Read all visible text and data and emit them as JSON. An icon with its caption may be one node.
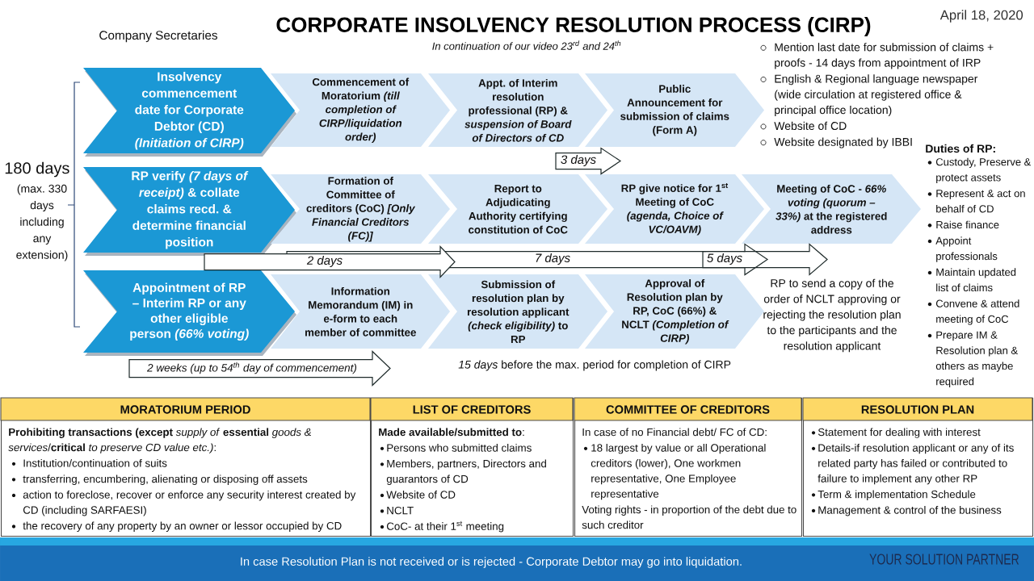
{
  "diagram": {
    "title": "CORPORATE INSOLVENCY RESOLUTION PROCESS (CIRP)",
    "nodes": [
      {
        "text": [
          "Insolvency commencement date for Corporate Debtor (CD) *(Initiation of CIRP)*"
        ]
      },
      {
        "text": [
          "Commencement of Moratorium *(till completion of CIRP/liquidation order)*"
        ]
      },
      {
        "text": [
          "Appt. of Interim resolution professional (RP) & *suspension of Board of Directors of CD*"
        ]
      },
      {
        "text": [
          "Public Announcement for submission of claims (Form A)"
        ]
      },
      {
        "text": [
          "RP verify *(7 days of receipt)* & collate claims recd. & determine financial position"
        ]
      },
      {
        "text": [
          "Formation of Committee of creditors (CoC) *[Only Financial Creditors (FC)]*"
        ]
      },
      {
        "text": [
          "Report to Adjudicating Authority certifying constitution of CoC"
        ]
      },
      {
        "text": [
          "RP give notice for 1$^{st}$ Meeting of CoC *(agenda, Choice of VC/OAVM)*"
        ]
      },
      {
        "text": [
          "Meeting of CoC - *66% voting (quorum – 33%)* at the registered address"
        ]
      },
      {
        "text": [
          "Appointment of RP – Interim RP or any other eligible person *(66% voting)*"
        ]
      },
      {
        "text": [
          "Information Memorandum (IM) in e-form to each member of committee"
        ]
      },
      {
        "text": [
          "Submission of resolution plan by resolution applicant *(check eligibility)* to RP"
        ]
      },
      {
        "text": [
          "Approval of Resolution plan by RP, CoC (66%) & NCLT *(Completion of CIRP)*"
        ]
      },
      {
        "text": [
          "MORATORIUM PERIOD",
          "**Prohibiting transactions (except** *supply of* **essential** *goods & services*/**critical** *to preserve CD value etc.)*:",
          "Institution/continuation of suits",
          "transferring, encumbering, alienating or disposing off assets",
          "action to foreclose, recover or enforce any security interest created by CD (including SARFAESI)",
          "the recovery of any property by an owner or lessor occupied by CD"
        ]
      },
      {
        "text": [
          "LIST OF CREDITORS",
          "**Made available/submitted to**:",
          "Persons who submitted claims",
          "Members, partners, Directors and guarantors of CD",
          "Website of CD",
          "NCLT",
          "CoC- at their 1$^{st}$ meeting"
        ]
      },
      {
        "text": [
          "COMMITTEE OF CREDITORS",
          "In case of no Financial debt/ FC of CD:",
          "18 largest by value or all Operational creditors (lower), One workmen representative, One Employee representative",
          "Voting rights - in proportion of the debt due to such creditor"
        ]
      },
      {
        "text": [
          "RESOLUTION PLAN",
          "Statement for dealing with interest",
          "Details-if resolution applicant or any of its related party has failed or contributed to failure to implement any other RP",
          "Term & implementation Schedule",
          "Management & control of the business"
        ]
      }
    ],
    "edges": [
      {
        "from": 2,
        "to": 3,
        "arrow": "to",
        "label": "3 days"
      },
      {
        "from": 4,
        "to": 6,
        "arrow": "to",
        "label": "2 days"
      },
      {
        "from": 5,
        "to": 8,
        "arrow": "to",
        "label": "7 days"
      },
      {
        "from": 7,
        "to": 8,
        "arrow": "to",
        "label": "5 days"
      },
      {
        "from": 9,
        "to": 10,
        "arrow": "to",
        "label": "2 weeks (up to 54$^{th}$ day of commencement)"
      }
    ],
    "labels": [
      "Company Secretaries",
      "In continuation of our video 23$^{rd}$ and 24$^{th}$",
      "April 18, 2020",
      "180 days",
      "(max. 330 days including any extension)",
      "Mention last date for submission of claims + proofs - 14 days from appointment of IRP",
      "English & Regional language newspaper (wide circulation at registered office & principal office location)",
      "Website of CD",
      "Website designated by IBBI",
      "Duties of RP:",
      "Custody, Preserve & protect assets",
      "Represent & act on behalf of CD",
      "Raise finance",
      "Appoint professionals",
      "Maintain updated list of claims",
      "Convene & attend meeting of CoC",
      "Prepare IM & Resolution plan & others as maybe required",
      "RP to send a copy of the order of NCLT approving or rejecting the resolution plan to the participants and the resolution applicant",
      "*15 days* before the max. period for completion of CIRP",
      "In case Resolution Plan is not received or is rejected - Corporate Debtor may go into liquidation.",
      "YOUR SOLUTION PARTNER"
    ]
  }
}
